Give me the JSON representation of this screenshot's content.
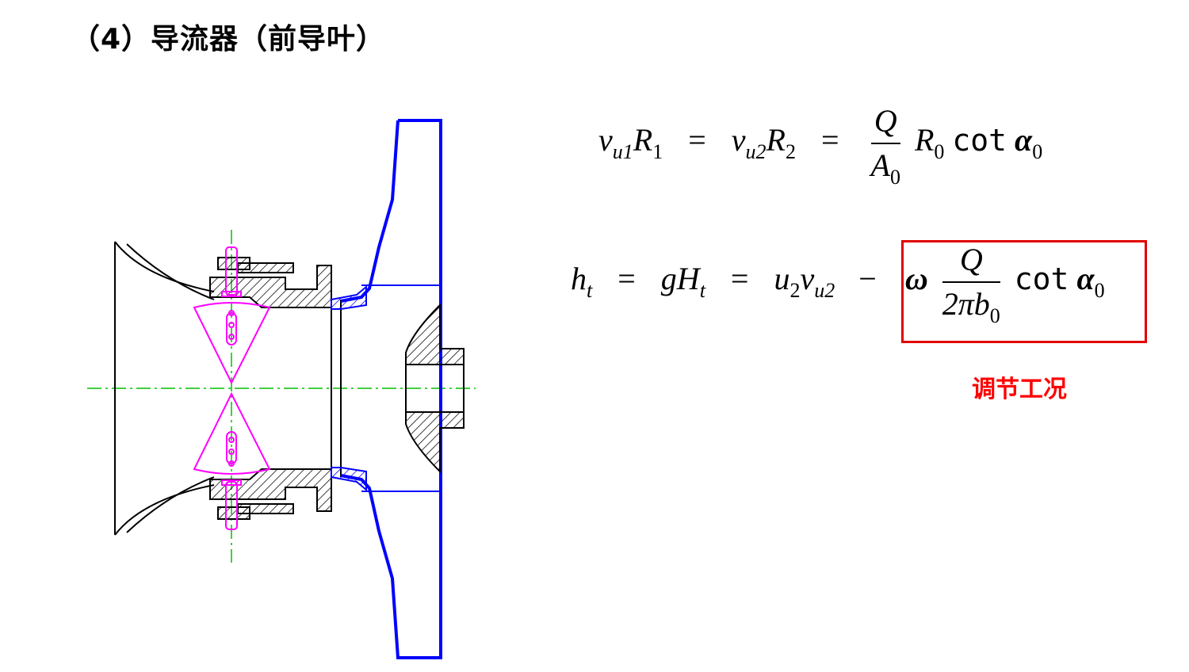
{
  "title": "（4）导流器（前导叶）",
  "equation1": {
    "v1": "v",
    "u1": "u1",
    "R1": "R",
    "s1": "1",
    "eq": "=",
    "v2": "v",
    "u2": "u2",
    "R2": "R",
    "s2": "2",
    "eq2": "=",
    "num": "Q",
    "den": "A",
    "den_sub": "0",
    "R0": "R",
    "R0_sub": "0",
    "cot": "cot",
    "alpha": "α",
    "alpha_sub": "0"
  },
  "equation2": {
    "h": "h",
    "h_sub": "t",
    "eq": "=",
    "g": "gH",
    "g_sub": "t",
    "eq2": "=",
    "u": "u",
    "u_sub": "2",
    "v": "v",
    "v_sub": "u2",
    "minus": "−",
    "omega": "ω",
    "num": "Q",
    "den": "2πb",
    "den_sub": "0",
    "cot": "cot",
    "alpha": "α",
    "alpha_sub": "0"
  },
  "note": "调节工况",
  "colors": {
    "blue": "#0000ff",
    "magenta": "#ff00ff",
    "green": "#00c000",
    "red": "#ff0000"
  }
}
